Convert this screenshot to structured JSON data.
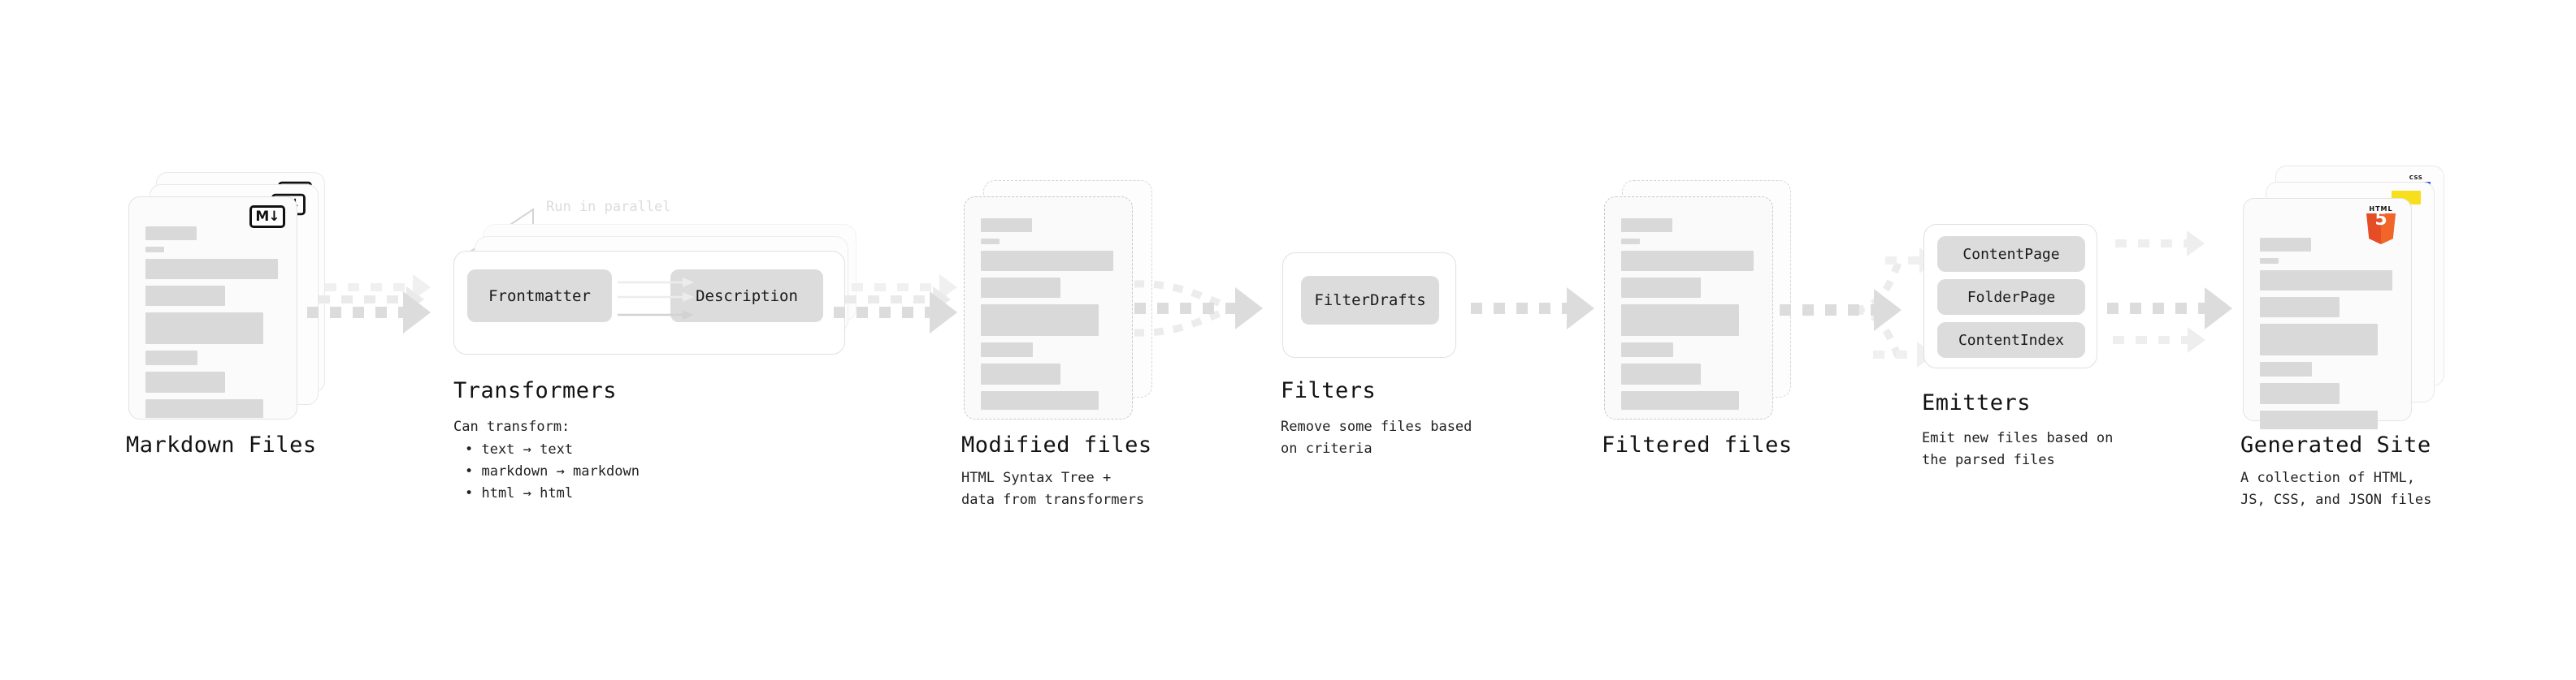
{
  "diagram": {
    "title_hidden": "",
    "colors": {
      "bar": "#d9d9d9",
      "chip": "#dcdcdc",
      "arrow": "#dcdcdc",
      "arrow_faint": "#efefef",
      "border": "#e3e3e3",
      "text": "#111111",
      "muted_text": "#dcdcdc",
      "html5_orange": "#e44d26",
      "css_blue": "#264de4",
      "js_yellow": "#f7df1e"
    },
    "stages": [
      {
        "id": "markdown-files",
        "title": "Markdown Files",
        "subtitle": "",
        "badge": "markdown-icon",
        "badge_text": "M↓"
      },
      {
        "id": "transformers",
        "title": "Transformers",
        "subtitle": "Can transform:",
        "annotation": "Run in parallel",
        "chips": [
          "Frontmatter",
          "Description"
        ],
        "bullets": [
          "• text → text",
          "• markdown → markdown",
          "• html → html"
        ]
      },
      {
        "id": "modified-files",
        "title": "Modified files",
        "subtitle": "HTML Syntax Tree +\ndata from transformers"
      },
      {
        "id": "filters",
        "title": "Filters",
        "subtitle": "Remove some files based\non criteria",
        "chips": [
          "FilterDrafts"
        ]
      },
      {
        "id": "filtered-files",
        "title": "Filtered files",
        "subtitle": ""
      },
      {
        "id": "emitters",
        "title": "Emitters",
        "subtitle": "Emit new files based on\nthe parsed files",
        "chips": [
          "ContentPage",
          "FolderPage",
          "ContentIndex"
        ]
      },
      {
        "id": "generated-site",
        "title": "Generated Site",
        "subtitle": "A collection of HTML,\nJS, CSS, and JSON files",
        "badges": [
          "css-icon",
          "js-icon",
          "html5-icon"
        ],
        "html5_caption": "HTML",
        "html5_digit": "5",
        "css_caption": "CSS"
      }
    ]
  }
}
